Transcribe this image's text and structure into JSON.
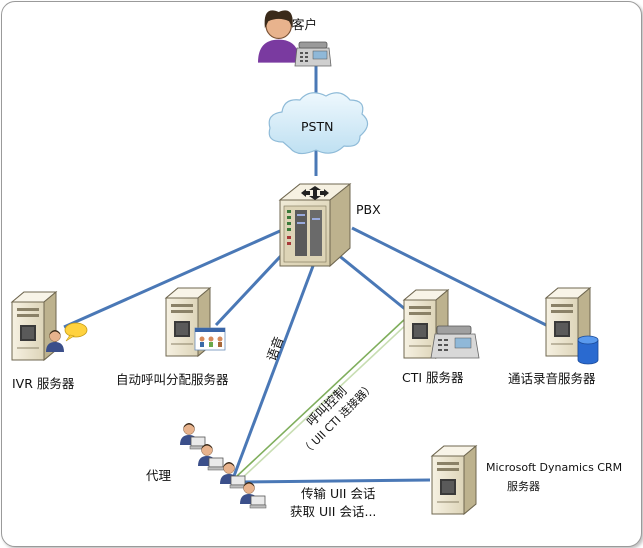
{
  "nodes": {
    "customer": "客户",
    "pstn": "PSTN",
    "pbx": "PBX",
    "ivr": "IVR 服务器",
    "acd": "自动呼叫分配服务器",
    "cti": "CTI 服务器",
    "recording": "通话录音服务器",
    "agents": "代理",
    "crm_line1": "Microsoft Dynamics CRM",
    "crm_line2": "服务器"
  },
  "edges": {
    "voice": "语音",
    "call_control_1": "呼叫控制",
    "call_control_2": "（ UII CTI 连接器）",
    "session_1": "传输 UII 会话",
    "session_2": "获取 UII 会话..."
  },
  "colors": {
    "link": "#4a78b6",
    "cti_link": "#a9c98a",
    "cloud": "#d6ecf8",
    "server": "#ebe4cf"
  }
}
